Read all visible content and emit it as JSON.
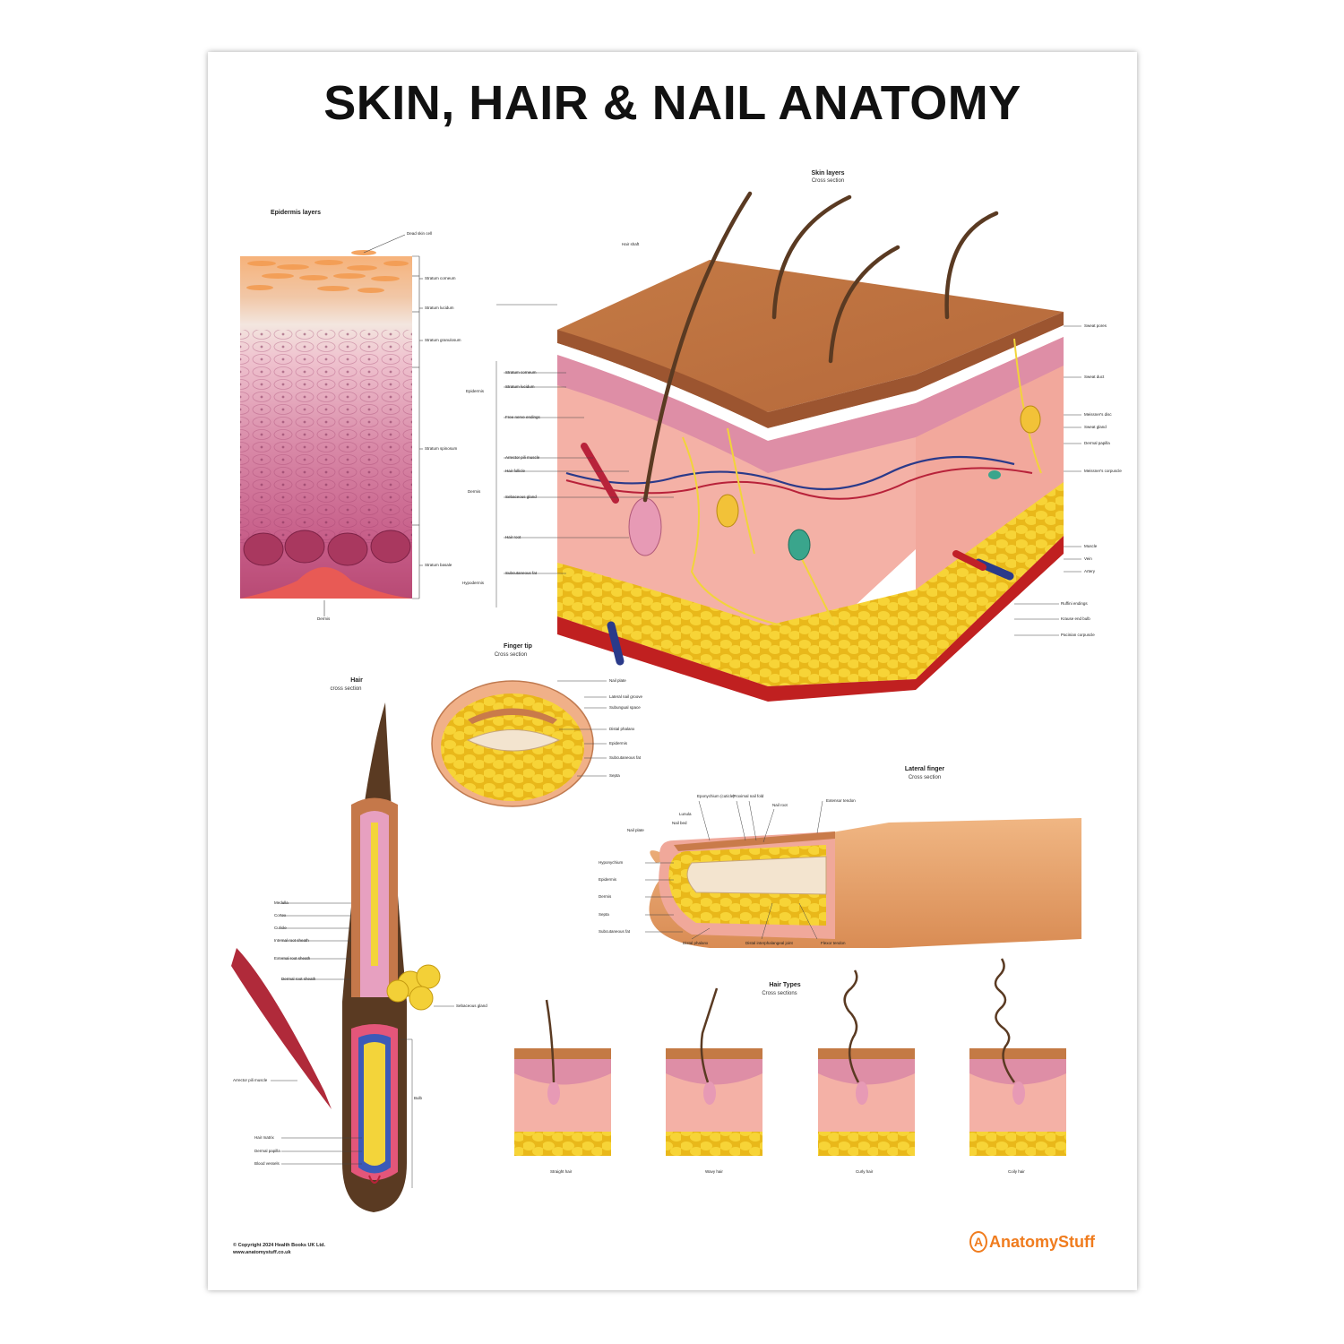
{
  "title": "SKIN, HAIR & NAIL ANATOMY",
  "sections": {
    "epidermis": {
      "title": "Epidermis layers",
      "labels": [
        "Dead skin cell",
        "Stratum corneum",
        "Stratum lucidum",
        "Stratum granulosum",
        "Stratum spinosum",
        "Stratum basale",
        "Dermis"
      ]
    },
    "skin_layers": {
      "title": "Skin layers",
      "subtitle": "Cross section",
      "left_labels": [
        "Hair shaft",
        "Stratum corneum",
        "Stratum lucidum",
        "Free nerve endings",
        "Arrector pili muscle",
        "Hair follicle",
        "Sebaceous gland",
        "Hair root",
        "Subcutaneous fat"
      ],
      "group_labels": [
        "Epidermis",
        "Dermis",
        "Hypodermis"
      ],
      "right_labels": [
        "Sweat pores",
        "Sweat duct",
        "Meissner's disc",
        "Sweat gland",
        "Dermal papilla",
        "Meissner's corpuscle",
        "Muscle",
        "Vein",
        "Artery",
        "Ruffini endings",
        "Krause end bulb",
        "Pacinian corpuscle"
      ]
    },
    "finger_tip": {
      "title": "Finger tip",
      "subtitle": "Cross section",
      "labels": [
        "Nail plate",
        "Lateral nail groove",
        "Subungual space",
        "Distal phalanx",
        "Epidermis",
        "Subcutaneous fat",
        "Septa"
      ]
    },
    "hair": {
      "title": "Hair",
      "subtitle": "cross section",
      "labels": [
        "Medulla",
        "Cortex",
        "Cuticle",
        "Internal root sheath",
        "External root sheath",
        "Dermal root sheath",
        "Sebaceous gland",
        "Arrector pili muscle",
        "Bulb",
        "Hair matrix",
        "Dermal papilla",
        "Blood vessels"
      ]
    },
    "lateral_finger": {
      "title": "Lateral finger",
      "subtitle": "Cross section",
      "labels": [
        "Eponychium (cuticle)",
        "Proximal nail fold",
        "Lunula",
        "Nail root",
        "Extensor tendon",
        "Nail bed",
        "Nail plate",
        "Hyponychium",
        "Epidermis",
        "Dermis",
        "Septa",
        "Subcutaneous fat",
        "Distal phalanx",
        "Distal interphalangeal joint",
        "Flexor tendon"
      ]
    },
    "hair_types": {
      "title": "Hair Types",
      "subtitle": "Cross sections",
      "types": [
        "Straight hair",
        "Wavy hair",
        "Curly hair",
        "Coily hair"
      ]
    }
  },
  "footer": {
    "copyright": "© Copyright 2024 Health Books UK Ltd.",
    "website": "www.anatomystuff.co.uk",
    "brand": "AnatomyStuff"
  },
  "colors": {
    "brand": "#f07c1e",
    "skin_top": "#b86a3a",
    "dermis": "#f4b1a6",
    "fat": "#f3cc2c",
    "hair": "#5a3a22"
  }
}
